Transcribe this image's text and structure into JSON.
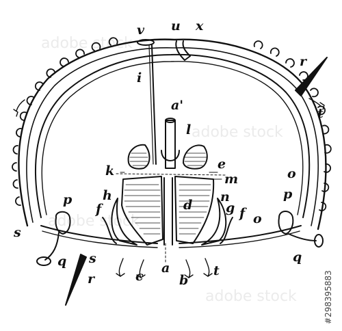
{
  "diagram": {
    "labels": {
      "v": "v",
      "u": "u",
      "x": "x",
      "r_right": "r",
      "t_right": "t",
      "i": "i",
      "a_prime": "a'",
      "l": "l",
      "k": "k",
      "e": "e",
      "m": "m",
      "o_right": "o",
      "p_left": "p",
      "p_right": "p",
      "h": "h",
      "f_left": "f",
      "d": "d",
      "n": "n",
      "g": "g",
      "f_right": "f",
      "o_inner": "o",
      "s_left": "s",
      "q_left": "q",
      "s_inner": "s",
      "r_left": "r",
      "c": "c",
      "a": "a",
      "b": "b",
      "t_bottom": "t",
      "q_right": "q"
    }
  },
  "watermark": {
    "text": "adobe stock",
    "id": "#298395883"
  },
  "colors": {
    "ink": "#111111",
    "paper": "#ffffff"
  }
}
